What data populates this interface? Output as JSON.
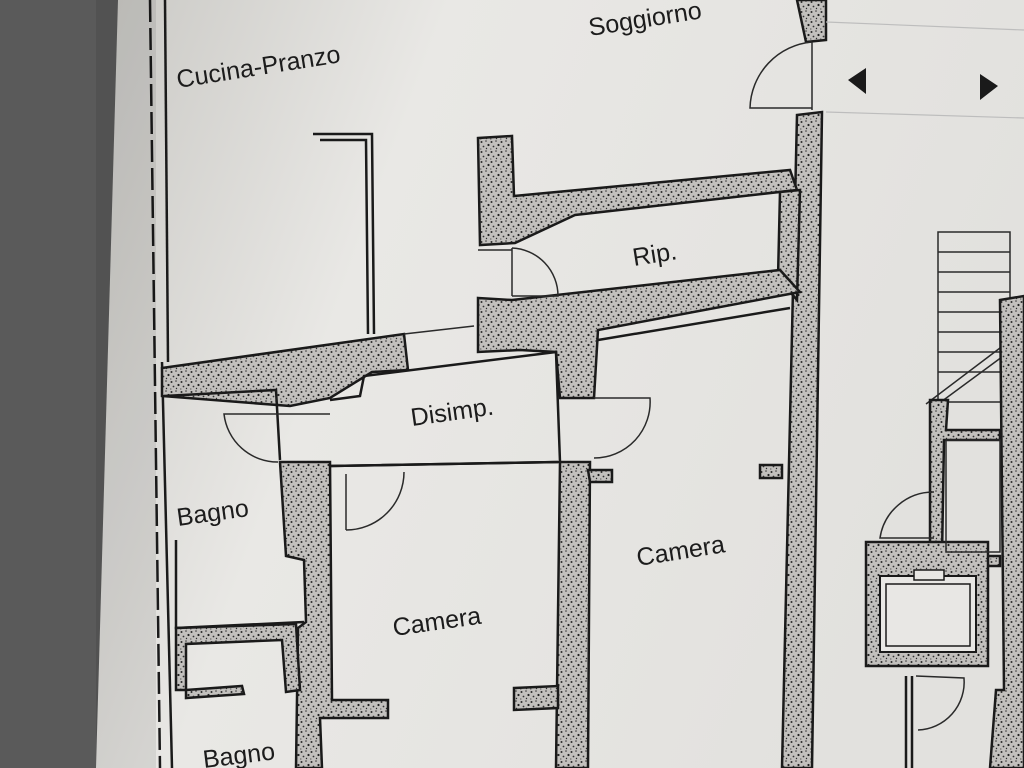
{
  "plan": {
    "rooms": {
      "cucina_pranzo": "Cucina-Pranzo",
      "soggiorno": "Soggiorno",
      "ripostiglio": "Rip.",
      "disimpegno": "Disimp.",
      "bagno_1": "Bagno",
      "camera_1": "Camera",
      "camera_2": "Camera",
      "bagno_2": "Bagno"
    }
  }
}
